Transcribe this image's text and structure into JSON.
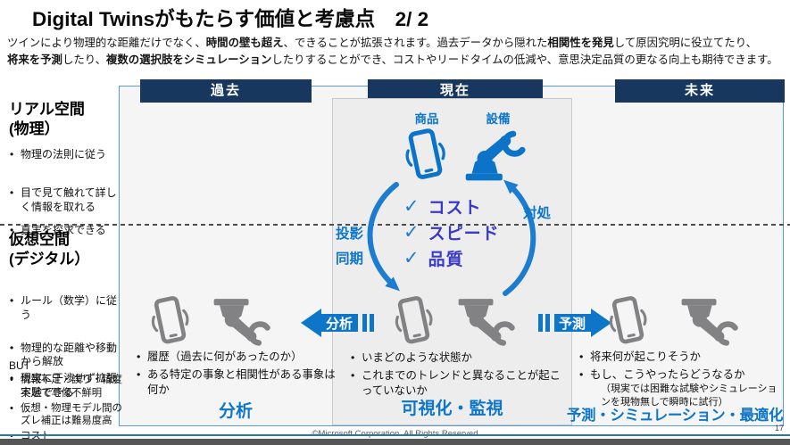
{
  "slide": {
    "title": "Digital Twinsがもたらす価値と考慮点　2/ 2",
    "footer": "©Microsoft Corporation. All Rights Reserved",
    "page_number": "17",
    "intro": {
      "seg1": "ツインにより物理的な距離だけでなく、",
      "seg2": "時間の壁も超え",
      "seg3": "、できることが拡張されます。過去データから隠れた",
      "seg4": "相関性を発見",
      "seg5": "して原因究明に役立てたり、",
      "seg6": "将来を予測",
      "seg7": "したり、",
      "seg8": "複数の選択肢をシミュレーション",
      "seg9": "したりすることができ、コストやリードタイムの低減や、意思決定品質の更なる向上も期待できます。"
    }
  },
  "timeline": {
    "past": "過去",
    "present": "現在",
    "future": "未来"
  },
  "left_panel": {
    "real": {
      "title_line1": "リアル空間",
      "title_line2": "(物理）",
      "bullets": [
        "物理の法則に従う",
        "目で見て触れて詳しく情報を取れる",
        "真実を探求できる"
      ]
    },
    "virtual": {
      "title_line1": "仮想空間",
      "title_line2": "(デジタル）",
      "bullets": [
        "ルール（数学）に従う",
        "物理的な距離や移動から解放",
        "現実に干渉せず拡張実験できる"
      ],
      "but_label": "BUT",
      "but_bullets": [
        "情報不足・誤り・精度不足で写像不鮮明",
        "仮想・物理モデル間のズレ補正は難易度高",
        "コスト"
      ]
    }
  },
  "center": {
    "product_label": "商品",
    "equipment_label": "設備",
    "projection_line1": "投影",
    "projection_line2": "同期",
    "response_label": "対処",
    "check_glyph": "✓",
    "checklist": [
      "コスト",
      "スピード",
      "品質"
    ],
    "bullets": [
      "いまどのような状態か",
      "これまでのトレンドと異なることが起こっていないか"
    ],
    "category_label": "可視化・監視"
  },
  "past_column": {
    "arrow_label": "分析",
    "bullets": [
      "履歴（過去に何があったのか）",
      "ある特定の事象と相関性がある事象は何か"
    ],
    "category_label": "分析"
  },
  "future_column": {
    "arrow_label": "予測",
    "bullets": [
      "将来何が起こりそうか",
      "もし、こうやったらどうなるか"
    ],
    "bullet_note": "（現実では困難な試験やシミュレーションを現物無しで瞬時に試行）",
    "category_label": "予測・シミュレーション・最適化"
  },
  "colors": {
    "navy_bar": "#17375e",
    "azure": "#0e76c8",
    "loop_blue": "#1b7cd0",
    "check_text_indigo": "#3a3ac9",
    "icon_gray": "#828284",
    "panel_border_blue": "#5b9bd5"
  }
}
